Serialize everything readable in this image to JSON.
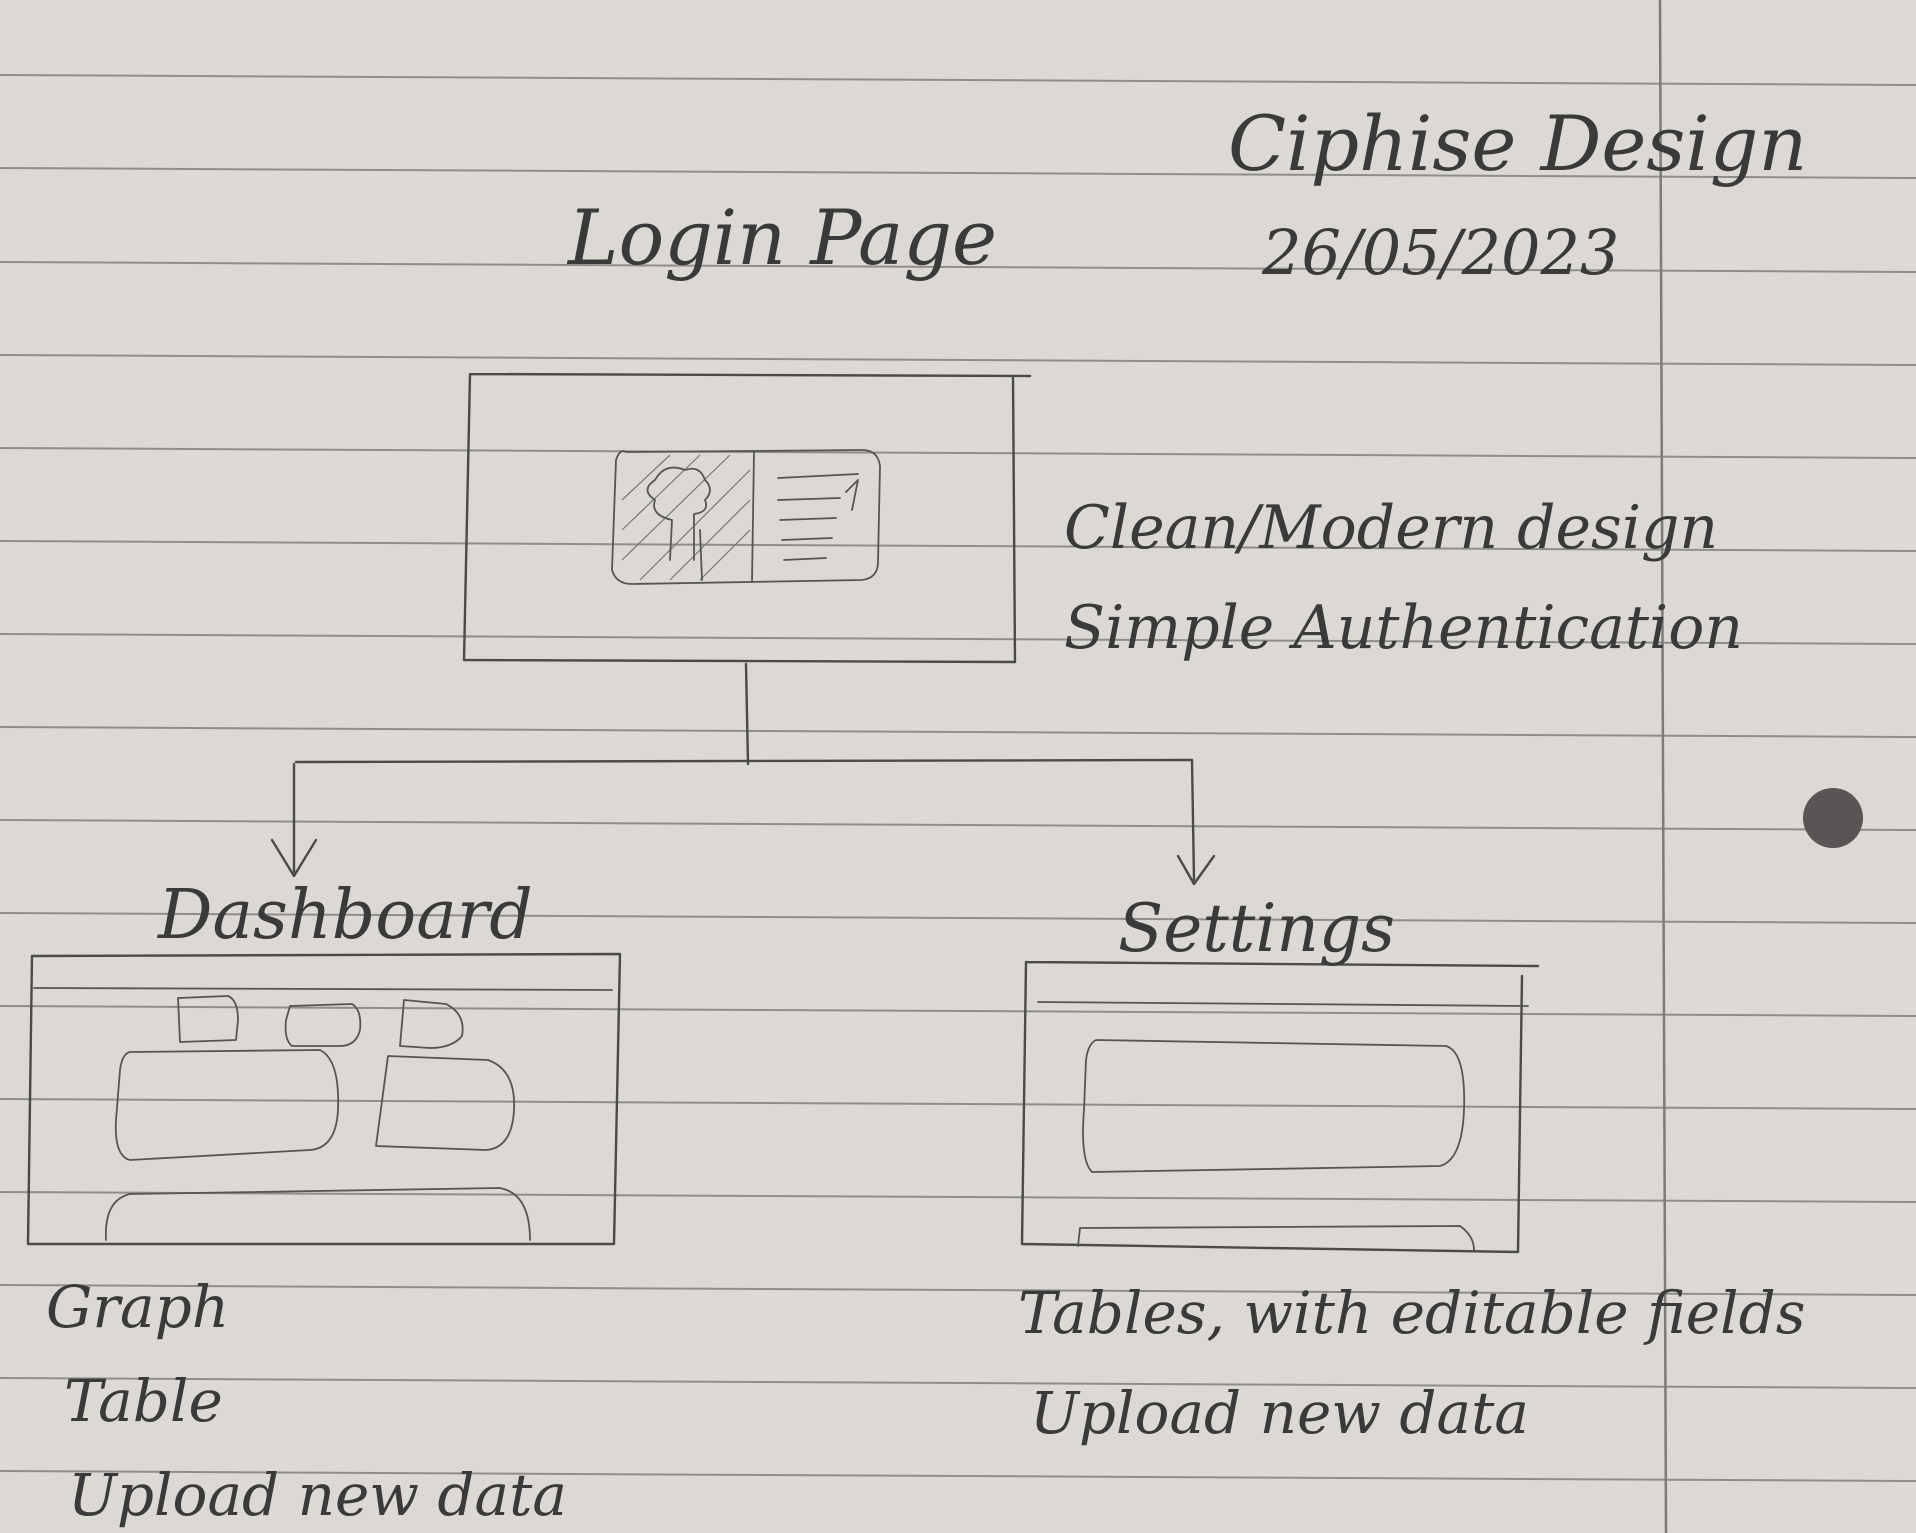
{
  "header": {
    "title": "Ciphise Design",
    "date": "26/05/2023"
  },
  "login": {
    "heading": "Login Page",
    "notes": [
      "Clean/Modern design",
      "Simple Authentication"
    ]
  },
  "dashboard": {
    "heading": "Dashboard",
    "notes": [
      "Graph",
      "Table",
      "Upload new data"
    ]
  },
  "settings": {
    "heading": "Settings",
    "notes": [
      "Tables, with editable fields",
      "Upload new data"
    ]
  },
  "colors": {
    "paper": "#dcd9d4",
    "rule_lines": "#8a8886",
    "ink": "#3a3a3a"
  }
}
